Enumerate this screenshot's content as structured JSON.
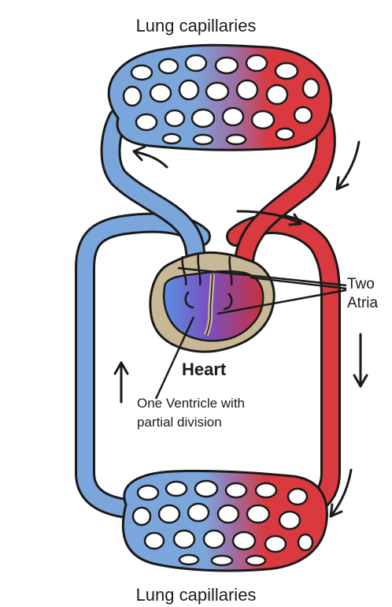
{
  "labels": {
    "top_capillaries": "Lung capillaries",
    "bottom_capillaries": "Lung capillaries",
    "heart": "Heart",
    "ventricle_line1": "One Ventricle with",
    "ventricle_line2": "partial division",
    "atria_line1": "Two",
    "atria_line2": "Atria"
  },
  "colors": {
    "oxygen_poor": "#7aa6dc",
    "oxygen_rich": "#d9393f",
    "mixed": "#8a5fb0",
    "heart_tissue": "#c9b896",
    "outline": "#1a1a1a"
  }
}
